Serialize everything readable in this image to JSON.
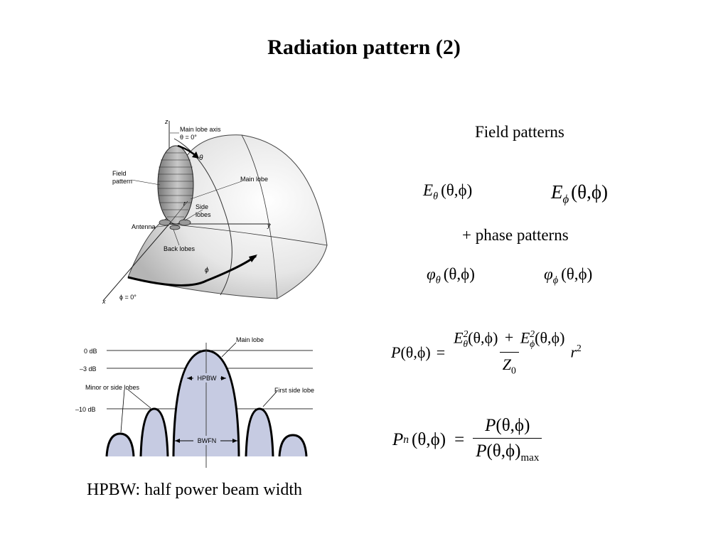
{
  "title": "Radiation pattern (2)",
  "pattern_3d": {
    "z_axis": "z",
    "main_lobe_axis_line1": "Main lobe axis",
    "main_lobe_axis_line2": "θ = 0°",
    "field_pattern_line1": "Field",
    "field_pattern_line2": "pattern",
    "theta_symbol": "θ",
    "main_lobe": "Main lobe",
    "r_symbol": "r",
    "side_lobes_line1": "Side",
    "side_lobes_line2": "lobes",
    "antenna": "Antenna",
    "y_axis": "y",
    "back_lobes": "Back lobes",
    "phi_symbol": "ϕ",
    "x_axis": "x",
    "phi_zero": "ϕ = 0°"
  },
  "pattern_2d": {
    "level_0db": "0 dB",
    "level_3db": "–3 dB",
    "level_10db": "–10 dB",
    "main_lobe": "Main lobe",
    "hpbw": "HPBW",
    "minor_lobes": "Minor or side lobes",
    "first_side_lobe": "First side lobe",
    "bwfn": "BWFN"
  },
  "caption": "HPBW: half power beam width",
  "field_patterns_heading": "Field patterns",
  "phase_patterns_heading": "+ phase patterns",
  "symbols": {
    "E": "E",
    "theta": "θ",
    "phi": "ϕ",
    "varphi": "φ",
    "P": "P",
    "Z": "Z",
    "r": "r",
    "sq": "2",
    "zero": "0",
    "n": "n",
    "max": "max",
    "args": "(θ,ϕ)",
    "eq": "=",
    "plus": "+"
  }
}
